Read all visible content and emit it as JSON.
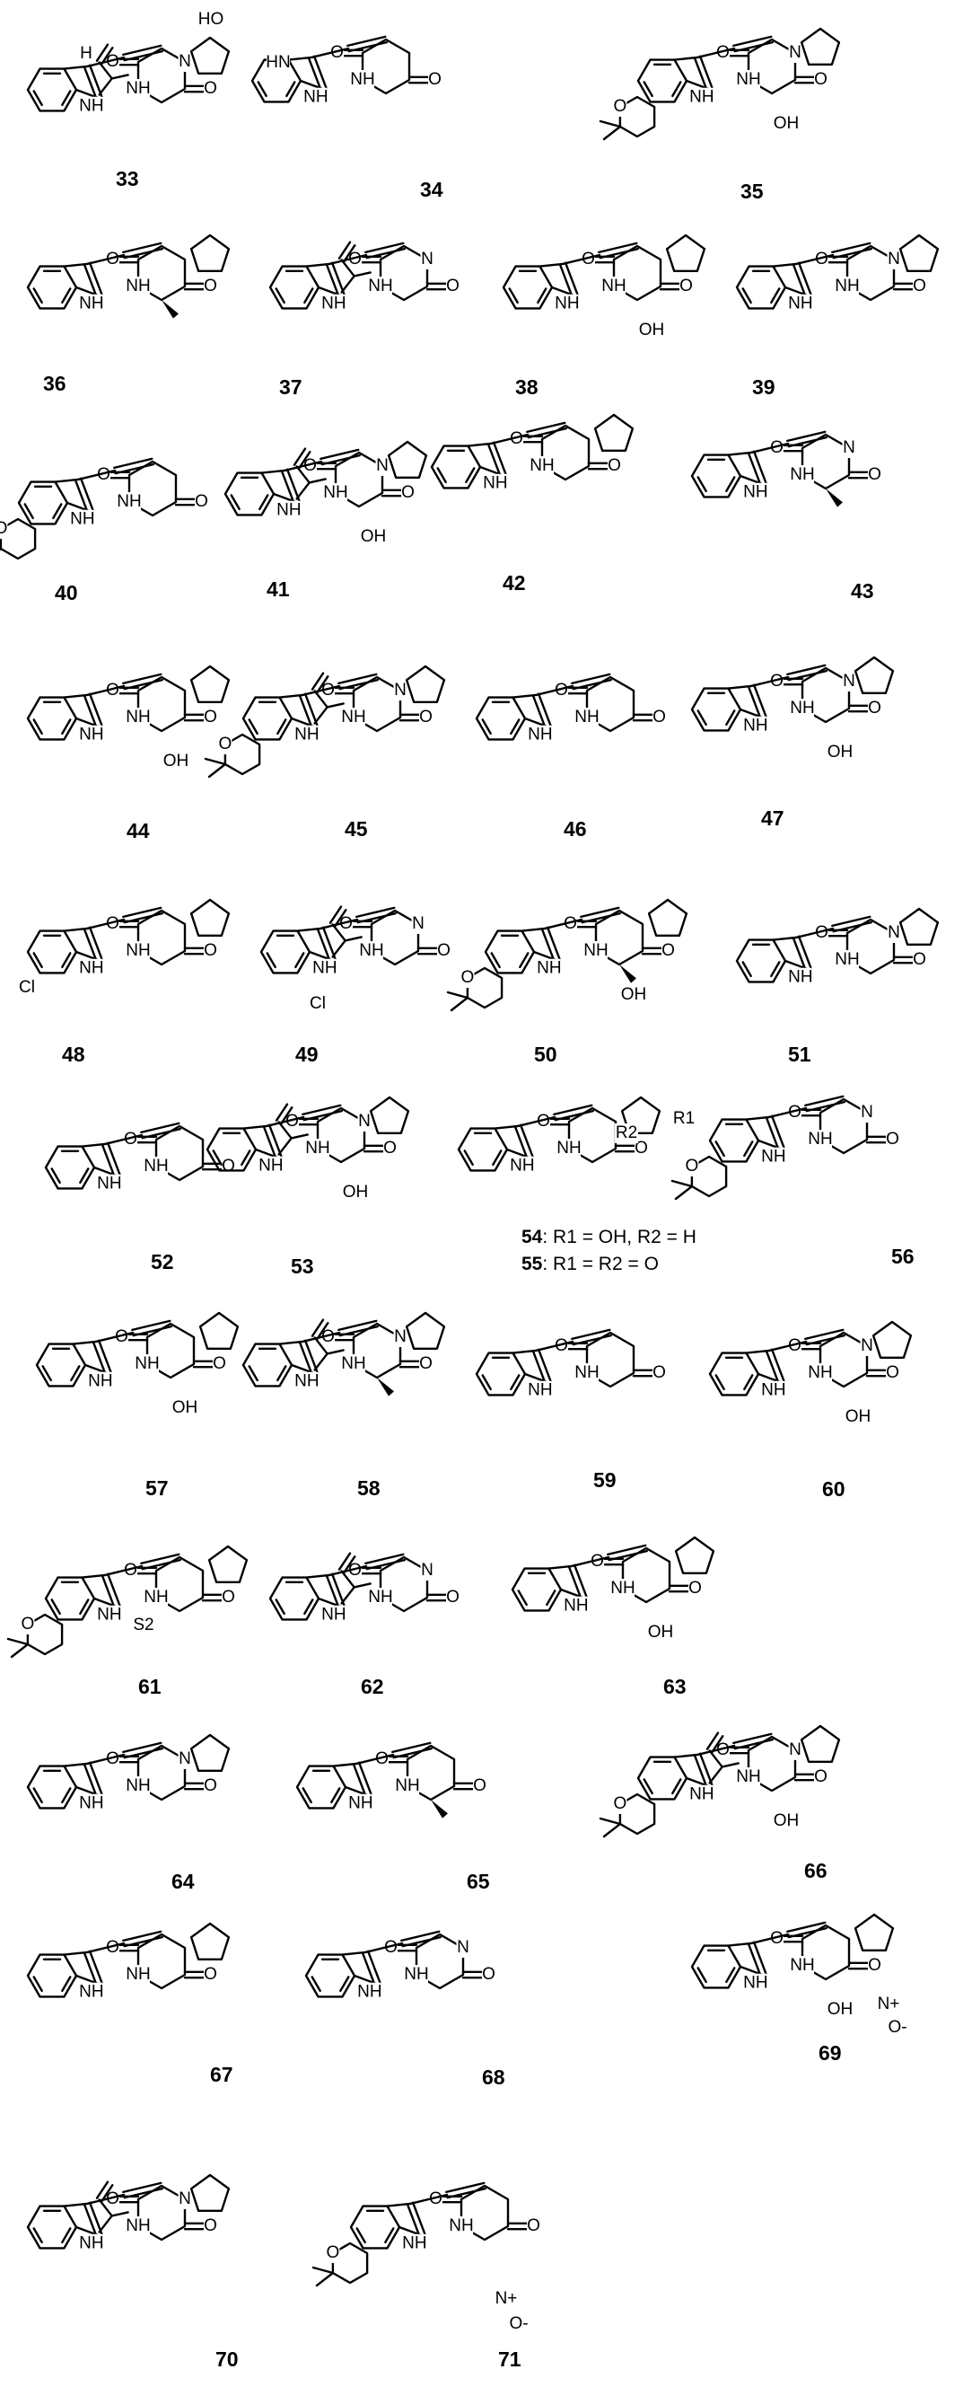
{
  "figure": {
    "compounds": [
      {
        "id": "c33",
        "label": "33"
      },
      {
        "id": "c34",
        "label": "34"
      },
      {
        "id": "c35",
        "label": "35"
      },
      {
        "id": "c36",
        "label": "36"
      },
      {
        "id": "c37",
        "label": "37"
      },
      {
        "id": "c38",
        "label": "38"
      },
      {
        "id": "c39",
        "label": "39"
      },
      {
        "id": "c40",
        "label": "40"
      },
      {
        "id": "c41",
        "label": "41"
      },
      {
        "id": "c42",
        "label": "42"
      },
      {
        "id": "c43",
        "label": "43"
      },
      {
        "id": "c44",
        "label": "44"
      },
      {
        "id": "c45",
        "label": "45"
      },
      {
        "id": "c46",
        "label": "46"
      },
      {
        "id": "c47",
        "label": "47"
      },
      {
        "id": "c48",
        "label": "48"
      },
      {
        "id": "c49",
        "label": "49"
      },
      {
        "id": "c50",
        "label": "50"
      },
      {
        "id": "c51",
        "label": "51"
      },
      {
        "id": "c52",
        "label": "52"
      },
      {
        "id": "c53",
        "label": "53"
      },
      {
        "id": "c54",
        "label": "54"
      },
      {
        "id": "c56",
        "label": "56"
      },
      {
        "id": "c57",
        "label": "57"
      },
      {
        "id": "c58",
        "label": "58"
      },
      {
        "id": "c59",
        "label": "59"
      },
      {
        "id": "c60",
        "label": "60"
      },
      {
        "id": "c61",
        "label": "61"
      },
      {
        "id": "c62",
        "label": "62"
      },
      {
        "id": "c63",
        "label": "63"
      },
      {
        "id": "c64",
        "label": "64"
      },
      {
        "id": "c65",
        "label": "65"
      },
      {
        "id": "c66",
        "label": "66"
      },
      {
        "id": "c67",
        "label": "67"
      },
      {
        "id": "c68",
        "label": "68"
      },
      {
        "id": "c69",
        "label": "69"
      },
      {
        "id": "c70",
        "label": "70"
      },
      {
        "id": "c71",
        "label": "71"
      }
    ],
    "substituent_notes": {
      "n54": {
        "num": "54",
        "text": ": R1 = OH, R2 = H"
      },
      "n55": {
        "num": "55",
        "text": ": R1 = R2 = O"
      }
    },
    "atom_labels": [
      "HO",
      "O",
      "H",
      "N",
      "NH",
      "HN",
      "OH",
      "Cl",
      "S2",
      "R1",
      "R2",
      "N+",
      "O-"
    ]
  }
}
